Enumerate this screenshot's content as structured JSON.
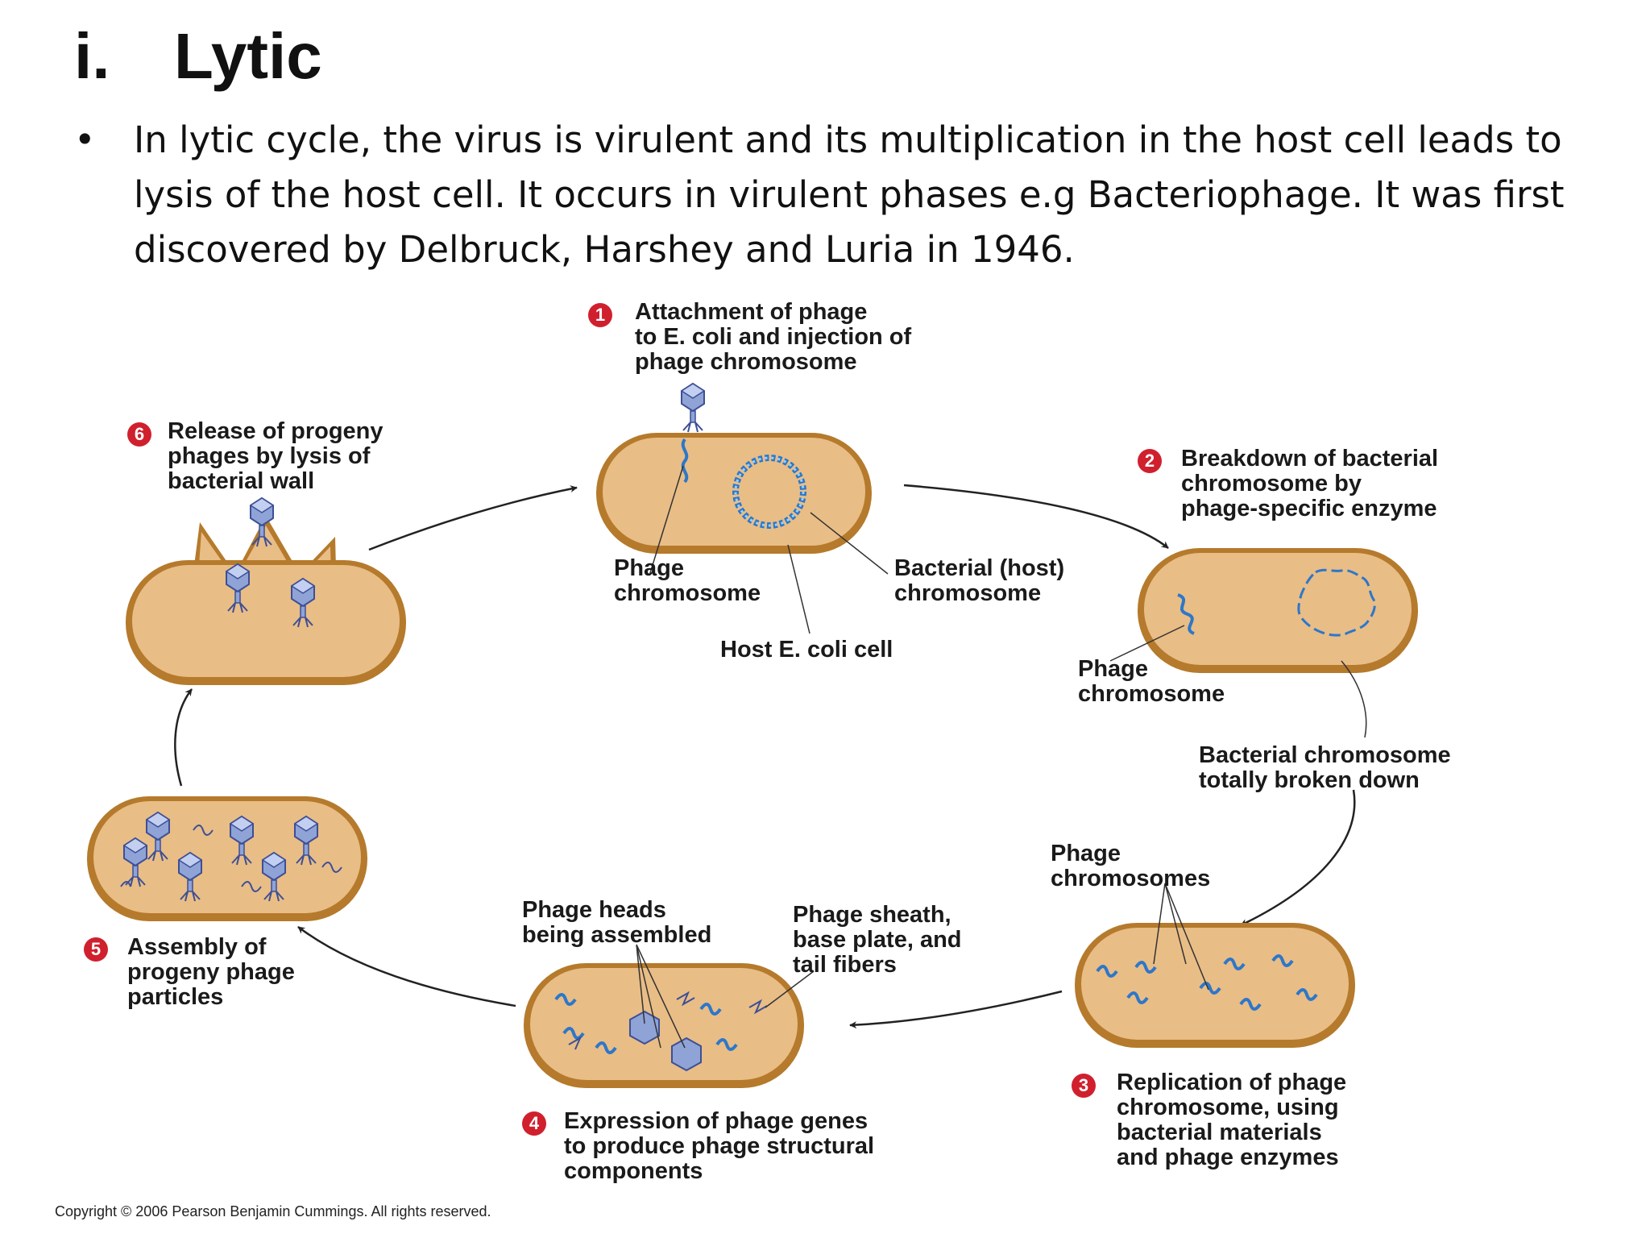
{
  "slide": {
    "title_number": "i.",
    "title": "Lytic",
    "bullet_symbol": "•",
    "bullet_text": "In lytic cycle, the virus is virulent and its multiplication in the host cell leads to lysis of the host cell. It occurs in virulent phases e.g Bacteriophage. It was first discovered by Delbruck, Harshey and Luria in 1946."
  },
  "diagram": {
    "steps": [
      {
        "number": "1",
        "lines": [
          "Attachment of phage",
          "to E. coli and injection of",
          "phage chromosome"
        ]
      },
      {
        "number": "2",
        "lines": [
          "Breakdown of bacterial",
          "chromosome by",
          "phage-specific enzyme"
        ]
      },
      {
        "number": "3",
        "lines": [
          "Replication of phage",
          "chromosome, using",
          "bacterial materials",
          "and phage enzymes"
        ]
      },
      {
        "number": "4",
        "lines": [
          "Expression of phage genes",
          "to produce phage structural",
          "components"
        ]
      },
      {
        "number": "5",
        "lines": [
          "Assembly of",
          "progeny phage",
          "particles"
        ]
      },
      {
        "number": "6",
        "lines": [
          "Release of progeny",
          "phages by lysis of",
          "bacterial wall"
        ]
      }
    ],
    "labels": {
      "phage_chromosome_1": [
        "Phage",
        "chromosome"
      ],
      "bacterial_host_chromosome": [
        "Bacterial (host)",
        "chromosome"
      ],
      "host_ecoli_cell": "Host E. coli cell",
      "phage_chromosome_2": [
        "Phage",
        "chromosome"
      ],
      "bacterial_chromosome_broken": [
        "Bacterial chromosome",
        "totally broken down"
      ],
      "phage_chromosomes": [
        "Phage",
        "chromosomes"
      ],
      "phage_heads": [
        "Phage heads",
        "being assembled"
      ],
      "phage_sheath": [
        "Phage sheath,",
        "base plate, and",
        "tail fibers"
      ]
    },
    "copyright": "Copyright © 2006 Pearson Benjamin Cummings. All rights reserved.",
    "colors": {
      "cell_fill": "#e9bd86",
      "cell_rim": "#b57a2c",
      "dna_blue": "#2d77c9",
      "badge_red": "#d0202e",
      "arrow": "#222222"
    }
  }
}
